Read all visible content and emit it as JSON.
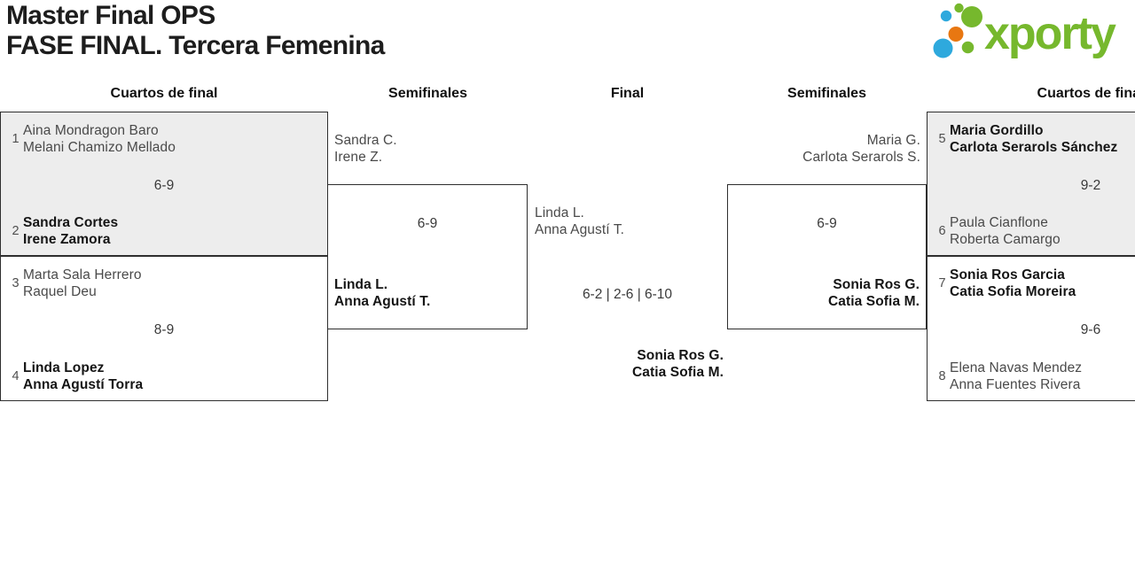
{
  "header": {
    "title_line1": "Master Final OPS",
    "title_line2": "FASE FINAL. Tercera Femenina"
  },
  "logo": {
    "wordmark": "xporty",
    "colors": {
      "green": "#76b82d",
      "blue": "#2ea9dd",
      "orange": "#e87711"
    }
  },
  "round_headers": {
    "left_quarters": "Cuartos de final",
    "left_semis": "Semifinales",
    "final": "Final",
    "right_semis": "Semifinales",
    "right_quarters": "Cuartos de final"
  },
  "matches": {
    "qf1": {
      "seed_top": "1",
      "team_top": [
        "Aina Mondragon Baro",
        "Melani Chamizo Mellado"
      ],
      "score": "6-9",
      "seed_bottom": "2",
      "team_bottom": [
        "Sandra Cortes",
        "Irene Zamora"
      ],
      "winner": "bottom"
    },
    "qf2": {
      "seed_top": "3",
      "team_top": [
        "Marta Sala Herrero",
        "Raquel Deu"
      ],
      "score": "8-9",
      "seed_bottom": "4",
      "team_bottom": [
        "Linda Lopez",
        "Anna Agustí Torra"
      ],
      "winner": "bottom"
    },
    "sf1": {
      "team_top": [
        "Sandra C.",
        "Irene Z."
      ],
      "score": "6-9",
      "team_bottom": [
        "Linda L.",
        "Anna Agustí T."
      ],
      "winner": "bottom"
    },
    "final": {
      "team_top": [
        "Linda L.",
        "Anna Agustí T."
      ],
      "score": "6-2 | 2-6 | 6-10",
      "team_bottom": [
        "Sonia Ros G.",
        "Catia Sofia M."
      ],
      "winner": "bottom"
    },
    "sf2": {
      "team_top": [
        "Maria G.",
        "Carlota Serarols S."
      ],
      "score": "6-9",
      "team_bottom": [
        "Sonia Ros G.",
        "Catia Sofia M."
      ],
      "winner": "bottom"
    },
    "qf3": {
      "seed_top": "5",
      "team_top": [
        "Maria Gordillo",
        "Carlota Serarols Sánchez"
      ],
      "score": "9-2",
      "seed_bottom": "6",
      "team_bottom": [
        "Paula Cianflone",
        "Roberta Camargo"
      ],
      "winner": "top"
    },
    "qf4": {
      "seed_top": "7",
      "team_top": [
        "Sonia Ros Garcia",
        "Catia Sofia Moreira"
      ],
      "score": "9-6",
      "seed_bottom": "8",
      "team_bottom": [
        "Elena Navas Mendez",
        "Anna Fuentes Rivera"
      ],
      "winner": "top"
    }
  }
}
